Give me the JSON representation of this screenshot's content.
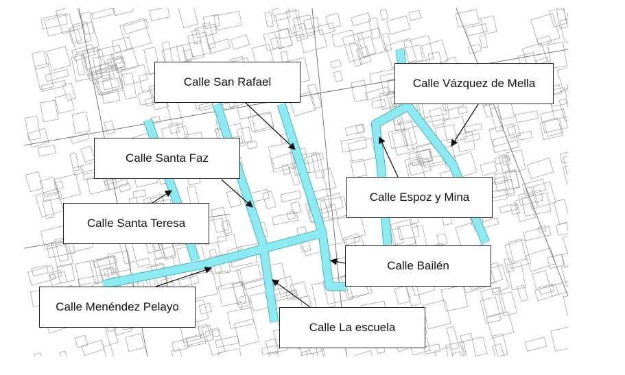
{
  "map": {
    "street_color": "#8fe9f1",
    "street_outline": "#3bb7c4",
    "labels": [
      {
        "id": "san-rafael",
        "text": "Calle San Rafael"
      },
      {
        "id": "vazquez-de-mella",
        "text": "Calle Vázquez de Mella"
      },
      {
        "id": "santa-faz",
        "text": "Calle Santa Faz"
      },
      {
        "id": "espoz-y-mina",
        "text": "Calle Espoz y Mina"
      },
      {
        "id": "santa-teresa",
        "text": "Calle Santa Teresa"
      },
      {
        "id": "bailen",
        "text": "Calle Bailén"
      },
      {
        "id": "menendez-pelayo",
        "text": "Calle Menéndez Pelayo"
      },
      {
        "id": "la-escuela",
        "text": "Calle La escuela"
      }
    ]
  }
}
